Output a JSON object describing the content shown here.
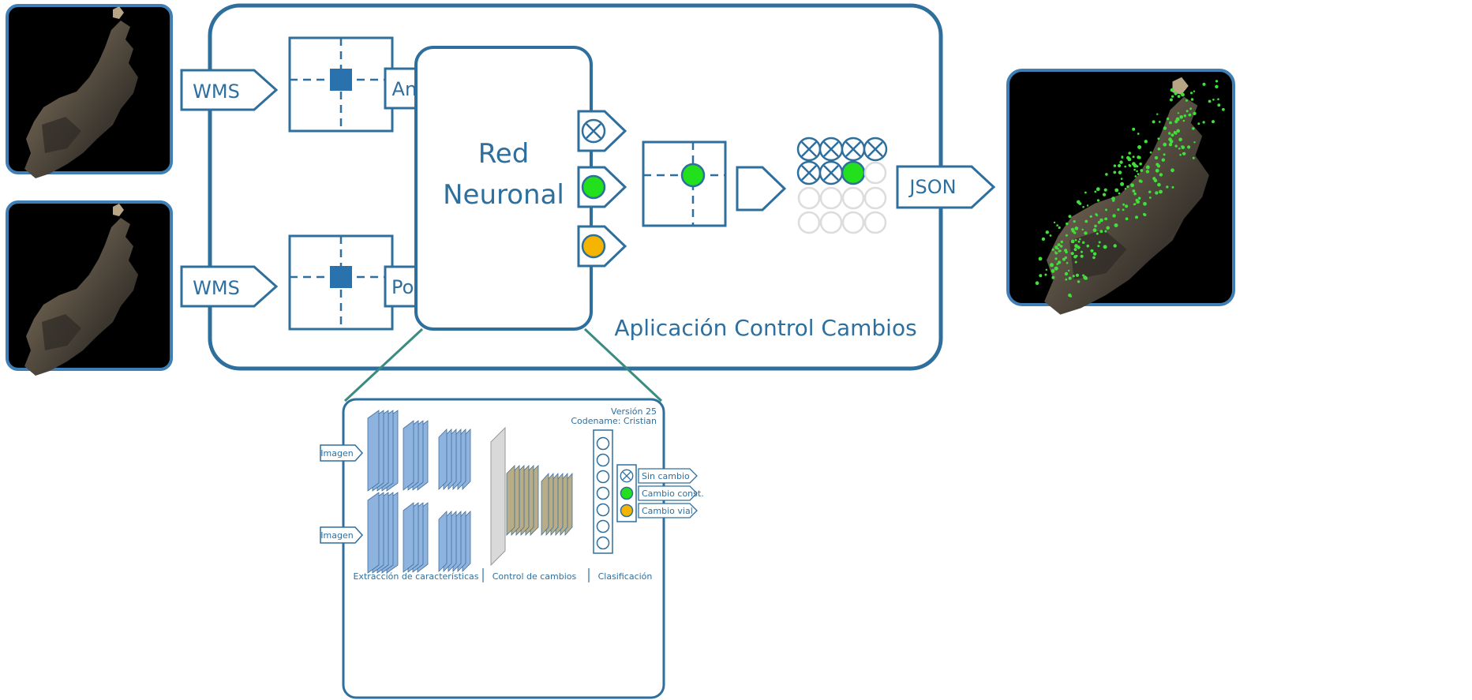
{
  "app": {
    "title": "Aplicación Control Cambios"
  },
  "inputs": [
    {
      "source": "WMS",
      "label": "Anterior"
    },
    {
      "source": "WMS",
      "label": "Posterior"
    }
  ],
  "network": {
    "title_line1": "Red",
    "title_line2": "Neuronal"
  },
  "output": {
    "label": "JSON"
  },
  "detail": {
    "version": "Versión 25",
    "codename": "Codename: Cristian",
    "input_labels": [
      "Imagen",
      "Imagen"
    ],
    "classes": [
      "Sin cambio",
      "Cambio const.",
      "Cambio vial"
    ],
    "sections": [
      "Extracción de características",
      "Control de cambios",
      "Clasificación"
    ]
  },
  "colors": {
    "frame": "#2e6f9e",
    "image_border": "#3f7fb5",
    "green": "#22e01c",
    "orange": "#f5b400",
    "square": "#2a72ad",
    "connector": "#3b8c80"
  },
  "icons": [
    "island-satellite-image",
    "crosshair-square-marker",
    "crosshair-green-dot",
    "circle-x-icon",
    "green-dot-icon",
    "orange-dot-icon",
    "result-grid"
  ]
}
